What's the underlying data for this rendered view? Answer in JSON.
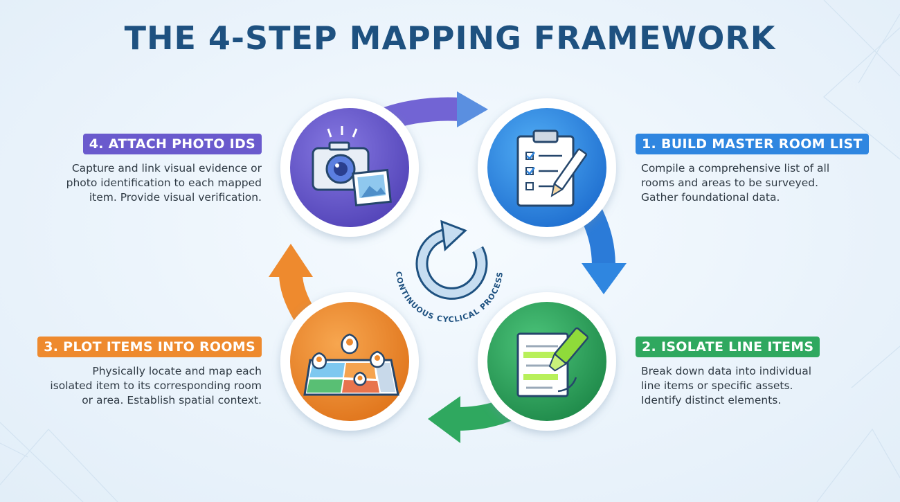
{
  "title": "THE 4-STEP MAPPING FRAMEWORK",
  "center_label": "CONTINUOUS CYCLICAL PROCESS",
  "colors": {
    "title": "#1e5180",
    "step1": "#2f86e0",
    "step2": "#2fa85f",
    "step3": "#ee8a2e",
    "step4": "#6a5acd"
  },
  "steps": [
    {
      "label": "1. BUILD MASTER ROOM LIST",
      "icon": "clipboard-checklist-icon",
      "description": [
        "Compile a comprehensive list of all",
        "rooms and areas to be surveyed.",
        "Gather foundational data."
      ]
    },
    {
      "label": "2. ISOLATE LINE ITEMS",
      "icon": "document-highlighter-icon",
      "description": [
        "Break down data into individual",
        "line items or specific assets.",
        "Identify distinct elements."
      ]
    },
    {
      "label": "3. PLOT ITEMS INTO ROOMS",
      "icon": "map-pins-icon",
      "description": [
        "Physically locate and map each",
        "isolated item to its corresponding room",
        "or area. Establish spatial context."
      ]
    },
    {
      "label": "4. ATTACH PHOTO IDS",
      "icon": "camera-photo-icon",
      "description": [
        "Capture and link visual evidence or",
        "photo identification to each mapped",
        "item. Provide visual verification."
      ]
    }
  ]
}
